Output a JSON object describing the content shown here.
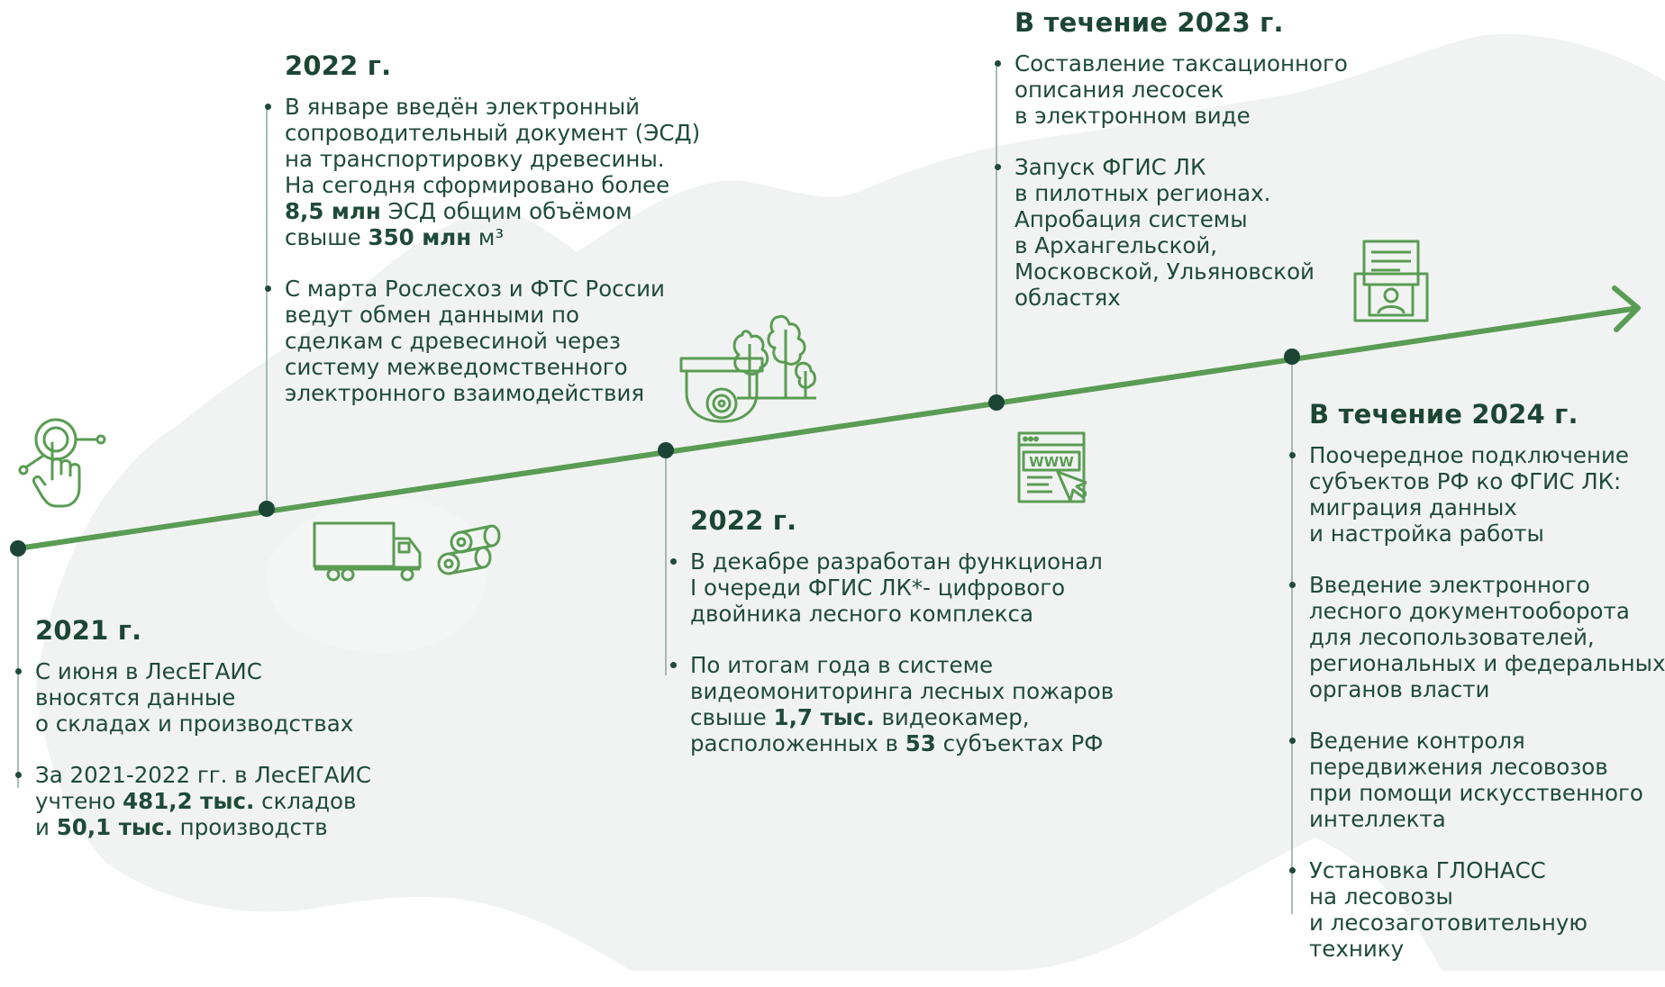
{
  "colors": {
    "accent": "#5a9c54",
    "dark": "#1c4535",
    "text": "#1f4a3a",
    "map": "#f1f3f2"
  },
  "milestones": [
    {
      "year": "2021 г.",
      "items": [
        {
          "lines": [
            "С июня в ЛесЕГАИС",
            "вносятся данные",
            "о складах и производствах"
          ]
        },
        {
          "l1": "За 2021-2022 гг. в ЛесЕГАИС",
          "l2a": "учтено ",
          "l2b": "481,2 тыс.",
          "l2c": " складов",
          "l3a": "и ",
          "l3b": "50,1 тыс.",
          "l3c": " производств"
        }
      ]
    },
    {
      "year": "2022 г.",
      "items": [
        {
          "l1": "В январе введён электронный",
          "l2": "сопроводительный документ (ЭСД)",
          "l3": "на транспортировку древесины.",
          "l4": "На сегодня сформировано более",
          "l5a": "8,5 млн",
          "l5b": " ЭСД общим объёмом",
          "l6a": "свыше ",
          "l6b": "350 млн",
          "l6c": " м³"
        },
        {
          "lines": [
            "С марта Рослесхоз и ФТС России",
            "ведут обмен данными по",
            "сделкам с древесиной через",
            "систему межведомственного",
            "электронного взаимодействия"
          ]
        }
      ]
    },
    {
      "year": "2022 г.",
      "items": [
        {
          "lines": [
            "В декабре разработан функционал",
            "I очереди ФГИС ЛК*- цифрового",
            "двойника лесного комплекса"
          ]
        },
        {
          "l1": "По итогам года в системе",
          "l2": "видеомониторинга лесных пожаров",
          "l3a": "свыше ",
          "l3b": "1,7 тыс.",
          "l3c": " видеокамер,",
          "l4a": "расположенных в ",
          "l4b": "53",
          "l4c": " субъектах РФ"
        }
      ]
    },
    {
      "year": "В течение 2023 г.",
      "items": [
        {
          "lines": [
            "Составление таксационного",
            "описания лесосек",
            "в электронном виде"
          ]
        },
        {
          "lines": [
            "Запуск ФГИС ЛК",
            "в пилотных регионах.",
            "Апробация системы",
            "в Архангельской,",
            "Московской, Ульяновской",
            "областях"
          ]
        }
      ]
    },
    {
      "year": "В течение 2024 г.",
      "items": [
        {
          "lines": [
            "Поочередное подключение",
            "субъектов РФ ко ФГИС ЛК:",
            "миграция данных",
            "и настройка работы"
          ]
        },
        {
          "lines": [
            "Введение электронного",
            "лесного документооборота",
            "для лесопользователей,",
            "региональных и федеральных",
            "органов власти"
          ]
        },
        {
          "lines": [
            "Ведение контроля",
            "передвижения лесовозов",
            "при помощи искусственного",
            "интеллекта"
          ]
        },
        {
          "lines": [
            "Установка ГЛОНАСС",
            "на лесовозы",
            "и лесозаготовительную",
            "технику"
          ]
        }
      ]
    }
  ],
  "icons": {
    "touch": "touch-hand-icon",
    "truck": "timber-truck-icon",
    "logs": "logs-icon",
    "camera": "surveillance-camera-icon",
    "trees": "forest-trees-icon",
    "web": "www-browser-icon",
    "docs": "id-documents-icon"
  }
}
